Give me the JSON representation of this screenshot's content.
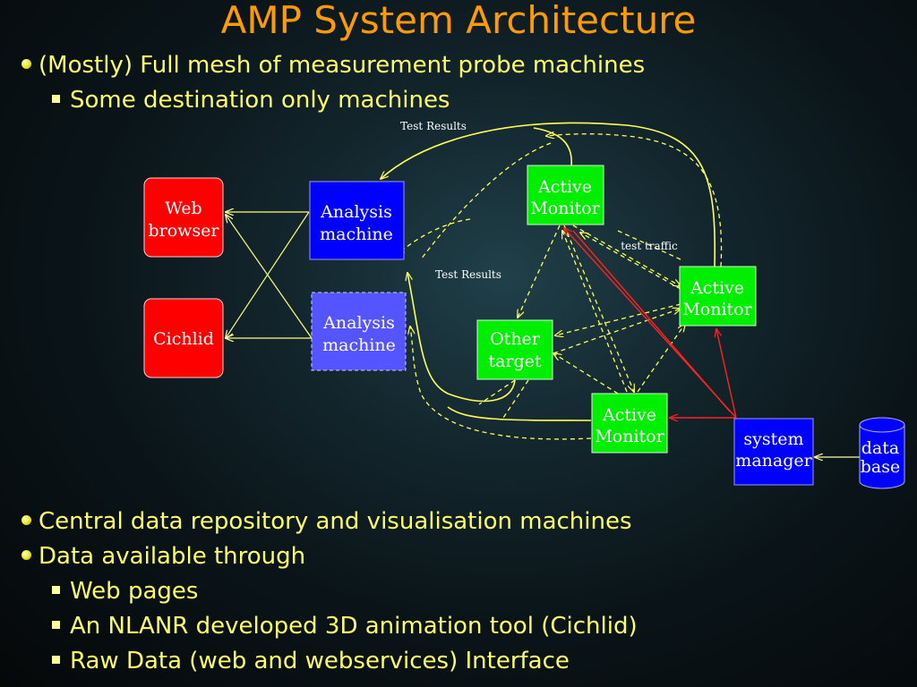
{
  "title": "AMP System Architecture",
  "bullets": {
    "b1": "(Mostly) Full mesh of measurement probe machines",
    "b1_sub": "Some destination only machines",
    "b2": "Central data repository and visualisation machines",
    "b3": "Data available through",
    "b3_sub1": "Web pages",
    "b3_sub2": "An NLANR developed 3D animation tool (Cichlid)",
    "b3_sub3": "Raw Data (web and webservices) Interface"
  },
  "diagram": {
    "web_browser": [
      "Web",
      "browser"
    ],
    "cichlid": "Cichlid",
    "analysis1": [
      "Analysis",
      "machine"
    ],
    "analysis2": [
      "Analysis",
      "machine"
    ],
    "active_top": [
      "Active",
      "Monitor"
    ],
    "active_right": [
      "Active",
      "Monitor"
    ],
    "active_bottom": [
      "Active",
      "Monitor"
    ],
    "other_target": [
      "Other",
      "target"
    ],
    "system_manager": [
      "system",
      "manager"
    ],
    "database": [
      "data",
      "base"
    ],
    "label_test_results_top": "Test Results",
    "label_test_results_mid": "Test Results",
    "label_test_traffic": "test traffic"
  },
  "colors": {
    "title": "#ff9a00",
    "text": "#ffff66",
    "red_box": "#ff0000",
    "blue_box": "#0000ff",
    "light_blue_box": "#5555ff",
    "green_box": "#00ee00",
    "yellow_line": "#ffff55",
    "red_line": "#ff2222"
  }
}
